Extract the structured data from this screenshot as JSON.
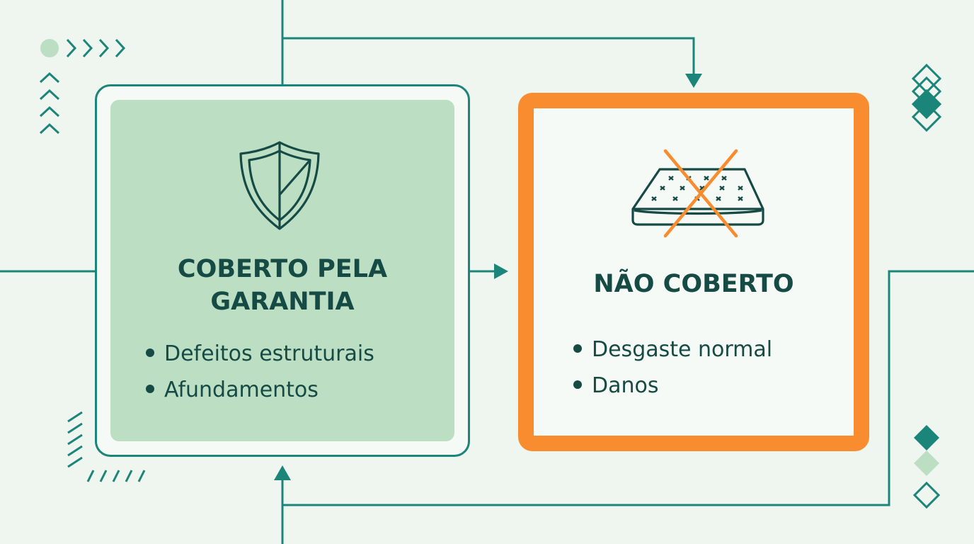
{
  "covered": {
    "title": "COBERTO PELA\nGARANTIA",
    "items": [
      "Defeitos estruturais",
      "Afundamentos"
    ],
    "icon": "shield-icon"
  },
  "not_covered": {
    "title": "NÃO COBERTO",
    "items": [
      "Desgaste normal",
      "Danos"
    ],
    "icon": "crossed-mattress-icon"
  },
  "colors": {
    "teal": "#1c8579",
    "dark_text": "#164a44",
    "covered_fill": "#bcdfc4",
    "not_covered_border": "#f88c2f",
    "background": "#eff5ef"
  }
}
